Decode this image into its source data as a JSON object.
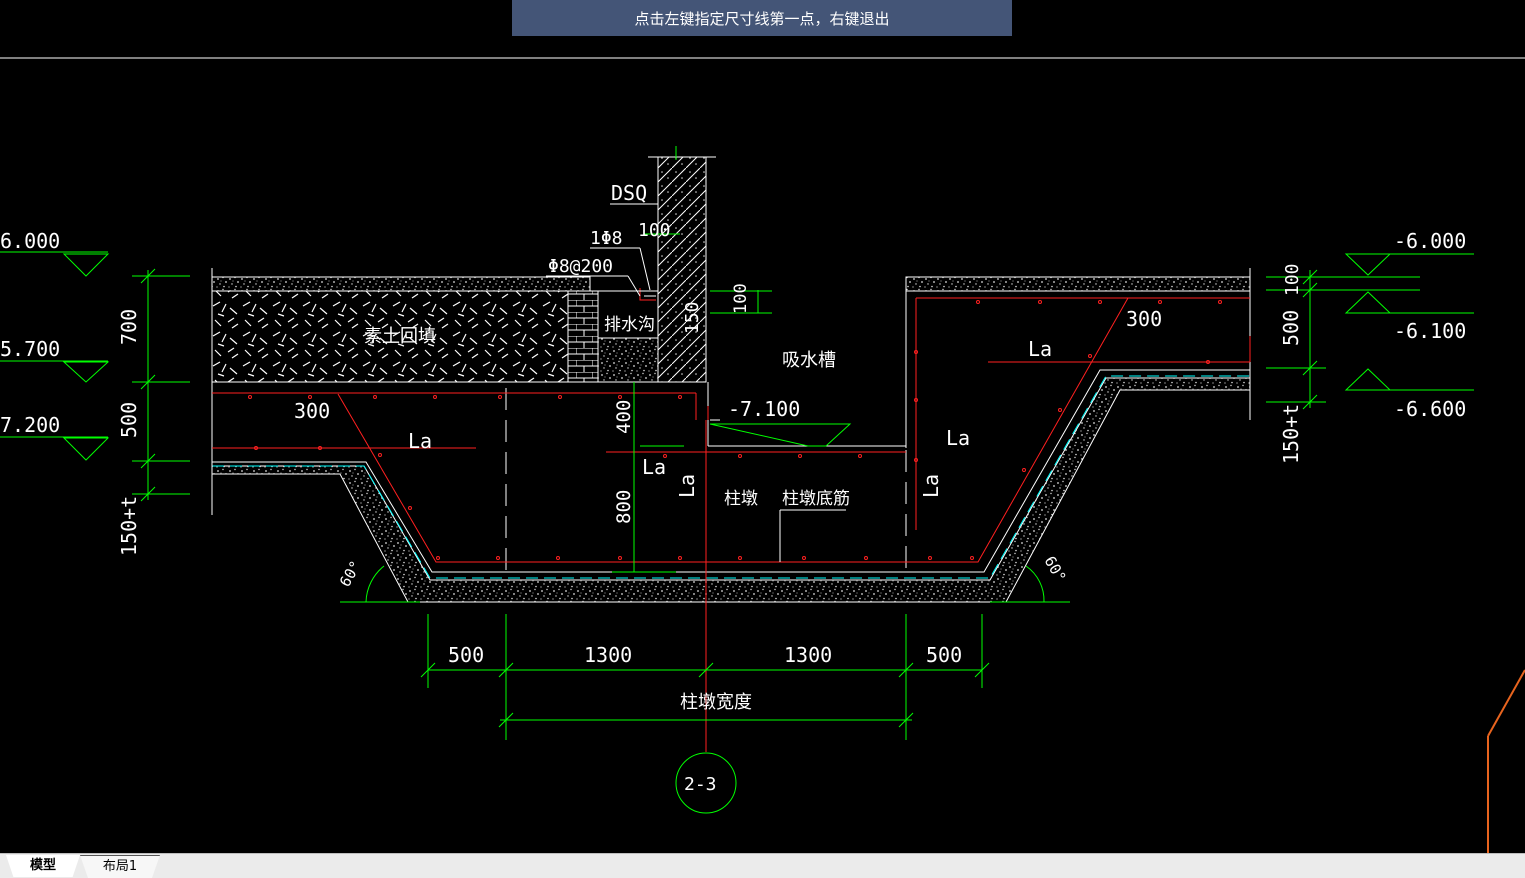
{
  "prompt": "点击左键指定尺寸线第一点，右键退出",
  "tabs": [
    {
      "label": "模型",
      "active": true
    },
    {
      "label": "布局1",
      "active": false
    }
  ],
  "drawing": {
    "labels": {
      "dsq": "DSQ",
      "rebar_1phi8": "1Φ8",
      "rebar_phi8_200": "Φ8@200",
      "dim_100_top": "100",
      "backfill": "素土回填",
      "drain_ditch": "排水沟",
      "dim_150_wall": "150",
      "dim_100_vert": "100",
      "sump": "吸水槽",
      "elev_7100": "-7.100",
      "la_top_right": "La",
      "dim_300_right": "300",
      "dim_300_left": "300",
      "la_left": "La",
      "la_mid": "La",
      "la_right": "La",
      "la_vert_left": "La",
      "la_vert_right": "La",
      "dim_400": "400",
      "dim_800": "800",
      "pier": "柱墩",
      "pier_bottom_rebar": "柱墩底筋",
      "angle_left": "60°",
      "angle_right": "60°",
      "pier_width": "柱墩宽度",
      "axis_label": "2-3"
    },
    "left_levels": {
      "elev_top": "6.000",
      "elev_mid": "5.700",
      "elev_low": "7.200",
      "dim_700": "700",
      "dim_500": "500",
      "dim_150t": "150+t"
    },
    "right_levels": {
      "elev_6000": "-6.000",
      "elev_6100": "-6.100",
      "elev_6600": "-6.600",
      "dim_100": "100",
      "dim_500": "500",
      "dim_150t": "150+t"
    },
    "bottom_dims": {
      "d1": "500",
      "d2": "1300",
      "d3": "1300",
      "d4": "500"
    }
  },
  "colors": {
    "line_green": "#00ff00",
    "line_red": "#ff2020",
    "line_white": "#ffffff",
    "line_cyan": "#00ffff",
    "line_orange": "#e8641e",
    "prompt_bg": "#445577"
  }
}
